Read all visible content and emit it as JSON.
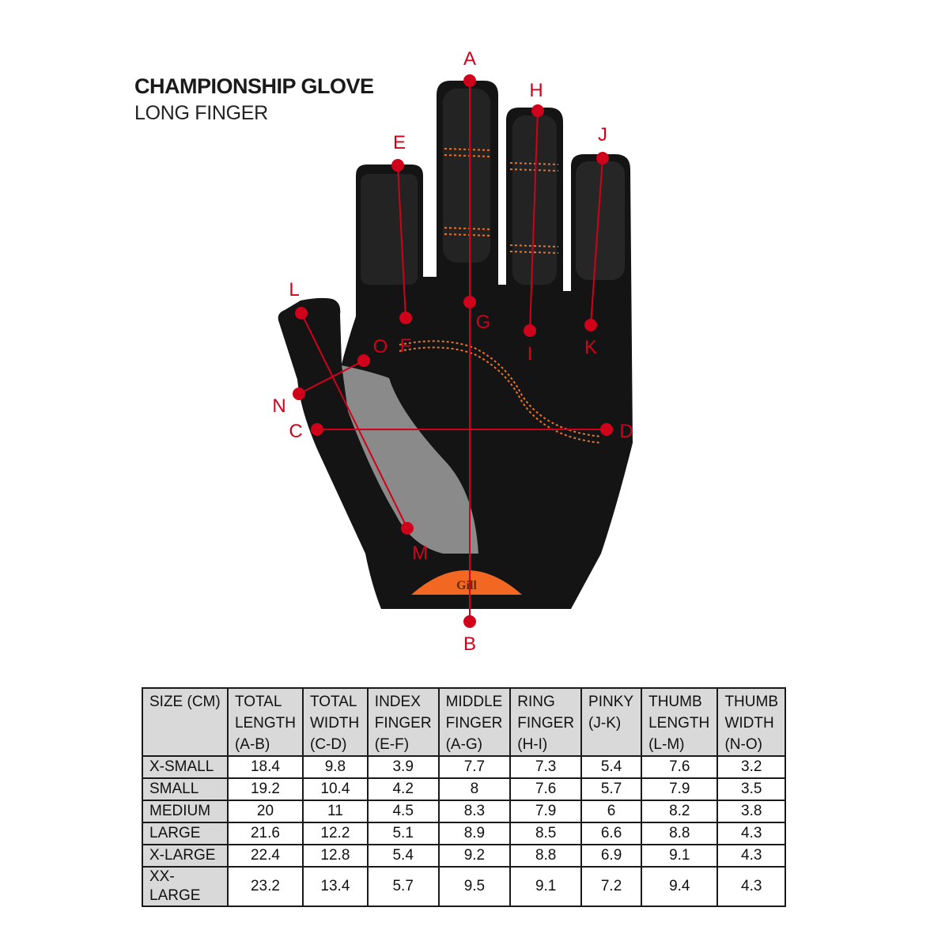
{
  "title": "CHAMPIONSHIP GLOVE",
  "subtitle": "LONG FINGER",
  "brand": "Gill",
  "colors": {
    "marker": "#d0021b",
    "glove": "#141414",
    "palm_insert": "#8a8a8a",
    "accent": "#f26722",
    "header_bg": "#d9d9d9"
  },
  "points": [
    "A",
    "B",
    "C",
    "D",
    "E",
    "F",
    "G",
    "H",
    "I",
    "J",
    "K",
    "L",
    "M",
    "N",
    "O"
  ],
  "table": {
    "headers": [
      "SIZE (CM)",
      "TOTAL LENGTH (A-B)",
      "TOTAL WIDTH (C-D)",
      "INDEX FINGER (E-F)",
      "MIDDLE FINGER (A-G)",
      "RING FINGER (H-I)",
      "PINKY (J-K)",
      "THUMB LENGTH (L-M)",
      "THUMB WIDTH (N-O)"
    ],
    "rows": [
      [
        "X-SMALL",
        "18.4",
        "9.8",
        "3.9",
        "7.7",
        "7.3",
        "5.4",
        "7.6",
        "3.2"
      ],
      [
        "SMALL",
        "19.2",
        "10.4",
        "4.2",
        "8",
        "7.6",
        "5.7",
        "7.9",
        "3.5"
      ],
      [
        "MEDIUM",
        "20",
        "11",
        "4.5",
        "8.3",
        "7.9",
        "6",
        "8.2",
        "3.8"
      ],
      [
        "LARGE",
        "21.6",
        "12.2",
        "5.1",
        "8.9",
        "8.5",
        "6.6",
        "8.8",
        "4.3"
      ],
      [
        "X-LARGE",
        "22.4",
        "12.8",
        "5.4",
        "9.2",
        "8.8",
        "6.9",
        "9.1",
        "4.3"
      ],
      [
        "XX-LARGE",
        "23.2",
        "13.4",
        "5.7",
        "9.5",
        "9.1",
        "7.2",
        "9.4",
        "4.3"
      ]
    ]
  }
}
